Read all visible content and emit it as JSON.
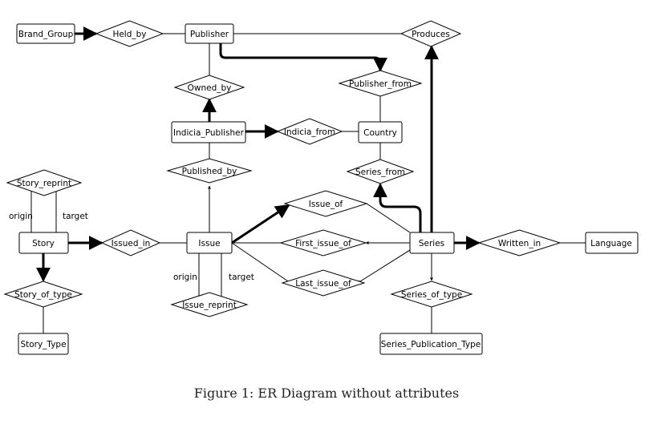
{
  "entities": {
    "brand_group": "Brand_Group",
    "publisher": "Publisher",
    "indicia_publisher": "Indicia_Publisher",
    "country": "Country",
    "story": "Story",
    "issue": "Issue",
    "series": "Series",
    "language": "Language",
    "story_type": "Story_Type",
    "series_publication_type": "Series_Publication_Type"
  },
  "relationships": {
    "held_by": "Held_by",
    "produces": "Produces",
    "owned_by": "Owned_by",
    "publisher_from": "Publisher_from",
    "indicia_from": "Indicia_from",
    "published_by": "Published_by",
    "series_from": "Series_from",
    "story_reprint": "Story_reprint",
    "issue_of": "Issue_of",
    "issued_in": "Issued_in",
    "first_issue_of": "First_issue_of",
    "written_in": "Written_in",
    "last_issue_of": "Last_issue_of",
    "story_of_type": "Story_of_type",
    "series_of_type": "Series_of_type",
    "issue_reprint": "Issue_reprint"
  },
  "edge_labels": {
    "story_origin": "origin",
    "story_target": "target",
    "issue_origin": "origin",
    "issue_target": "target"
  },
  "caption": "Figure 1: ER Diagram without attributes"
}
